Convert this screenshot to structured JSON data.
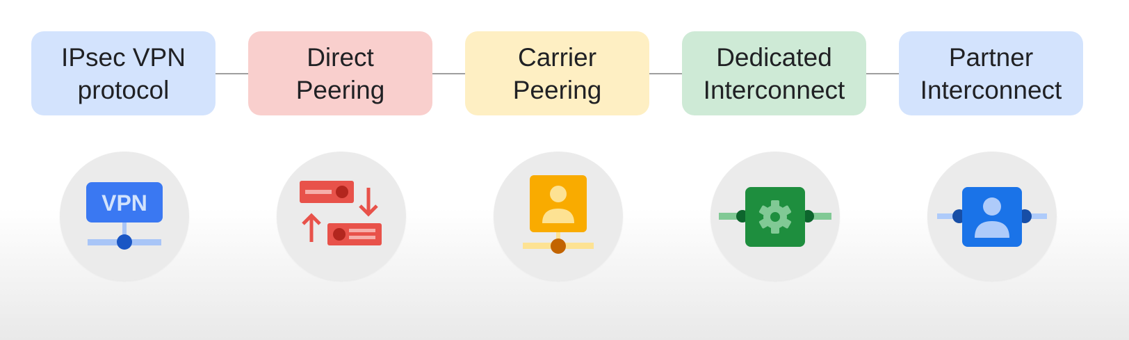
{
  "steps": [
    {
      "line1": "IPsec VPN",
      "line2": "protocol",
      "color": "#d3e3fd",
      "icon": "vpn-network-icon",
      "badge": "VPN"
    },
    {
      "line1": "Direct",
      "line2": "Peering",
      "color": "#f9cfcd",
      "icon": "direct-peering-exchange-icon"
    },
    {
      "line1": "Carrier",
      "line2": "Peering",
      "color": "#feefc3",
      "icon": "carrier-peering-person-icon"
    },
    {
      "line1": "Dedicated",
      "line2": "Interconnect",
      "color": "#ceead6",
      "icon": "dedicated-interconnect-gear-icon"
    },
    {
      "line1": "Partner",
      "line2": "Interconnect",
      "color": "#d3e3fd",
      "icon": "partner-interconnect-person-icon"
    }
  ],
  "icon_colors": {
    "vpn_blue": "#3a78f2",
    "vpn_light": "#a8c5f7",
    "vpn_dark": "#1a56c4",
    "peering_red": "#e8524a",
    "peering_dark": "#b3261e",
    "carrier_yellow": "#f9ab00",
    "carrier_light": "#fde293",
    "carrier_dark": "#c26401",
    "dedicated_green": "#1e8e3e",
    "dedicated_light": "#81c995",
    "dedicated_dark": "#0d652d",
    "partner_blue": "#1a73e8",
    "partner_light": "#aecbfa",
    "partner_dark": "#174ea6"
  }
}
